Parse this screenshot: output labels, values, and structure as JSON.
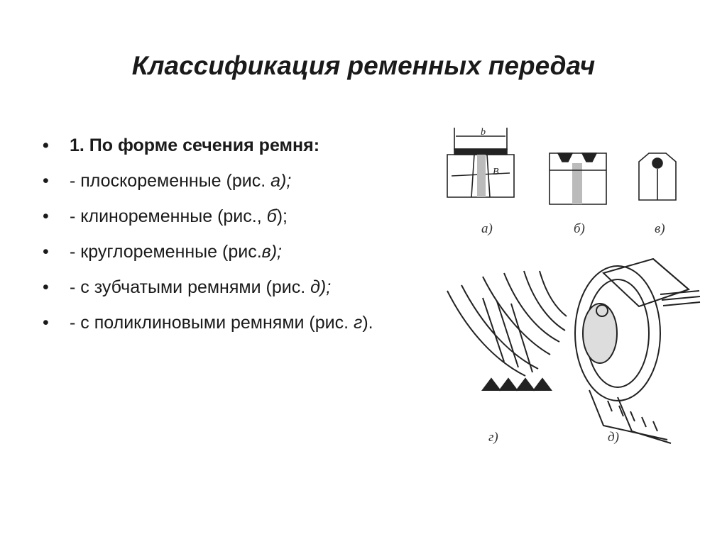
{
  "title": "Классификация ременных передач",
  "bullets": [
    {
      "marker": "•",
      "parts": [
        {
          "text": "1. По форме сечения ремня:",
          "italic": false
        }
      ],
      "bold": true
    },
    {
      "marker": "•",
      "parts": [
        {
          "text": "- плоскоременные (рис. ",
          "italic": false
        },
        {
          "text": "а);",
          "italic": true
        }
      ],
      "bold": false
    },
    {
      "marker": "•",
      "parts": [
        {
          "text": "- клиноременные (рис., ",
          "italic": false
        },
        {
          "text": "б",
          "italic": true
        },
        {
          "text": ");",
          "italic": false
        }
      ],
      "bold": false
    },
    {
      "marker": "•",
      "parts": [
        {
          "text": "- круглоременные (рис.",
          "italic": false
        },
        {
          "text": "в);",
          "italic": true
        }
      ],
      "bold": false
    },
    {
      "marker": "•",
      "parts": [
        {
          "text": "- с зубчатыми ремнями (рис. ",
          "italic": false
        },
        {
          "text": "д);",
          "italic": true
        }
      ],
      "bold": false
    },
    {
      "marker": "•",
      "parts": [
        {
          "text": "- с поликлиновыми ремнями (рис. ",
          "italic": false
        },
        {
          "text": "г",
          "italic": true
        },
        {
          "text": ").",
          "italic": false
        }
      ],
      "bold": false
    }
  ],
  "figure": {
    "labels": {
      "a": "а)",
      "b": "б)",
      "v": "в)",
      "g": "г)",
      "d": "д)"
    },
    "dims": {
      "b": "b",
      "B": "B"
    }
  }
}
